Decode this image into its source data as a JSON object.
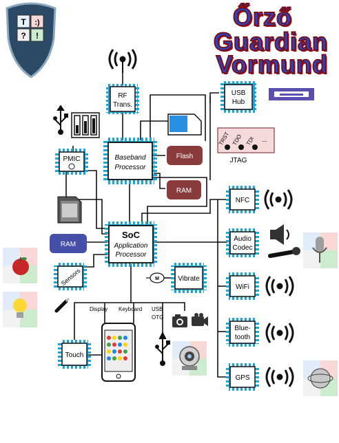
{
  "title": {
    "line1": "Őrző",
    "line2": "Guardian",
    "line3": "Vormund",
    "color_main": "#2446c9",
    "color_outline": "#9b1020"
  },
  "shield": {
    "cells": [
      "T",
      ":)",
      "?",
      "!"
    ]
  },
  "chips": {
    "rf": [
      "RF",
      "Trans."
    ],
    "usb_hub": [
      "USB",
      "Hub"
    ],
    "baseband": [
      "Baseband",
      "Processor"
    ],
    "pmic": "PMIC",
    "soc": [
      "SoC",
      "Application",
      "Processor"
    ],
    "sensors": "Sensors",
    "vibrate": "Vibrate",
    "touch": "Touch",
    "nfc": "NFC",
    "audio": [
      "Audio",
      "Codec"
    ],
    "wifi": "WiFi",
    "bluetooth": [
      "Blue-",
      "tooth"
    ],
    "gps": "GPS"
  },
  "memory": {
    "flash": "Flash",
    "ram_top": "RAM",
    "ram_left": "RAM"
  },
  "jtag": {
    "pins": [
      "TRST",
      "TDO",
      "TDI",
      "..."
    ],
    "label": "JTAG"
  },
  "bus_labels": {
    "display": "Display",
    "keyboard": "Keyboard",
    "usb": "USB",
    "otg": "OTG"
  },
  "motor_label": "M",
  "colors": {
    "chip_pin": "#1aa7d8",
    "memory": "#8a3b3b",
    "ram_blue": "#4650a8",
    "usb_plug": "#5a4fb0",
    "jtag_fill": "#f5dada",
    "phone_dots": [
      "#e53935",
      "#ffd600",
      "#43a047",
      "#1e88e5"
    ]
  }
}
